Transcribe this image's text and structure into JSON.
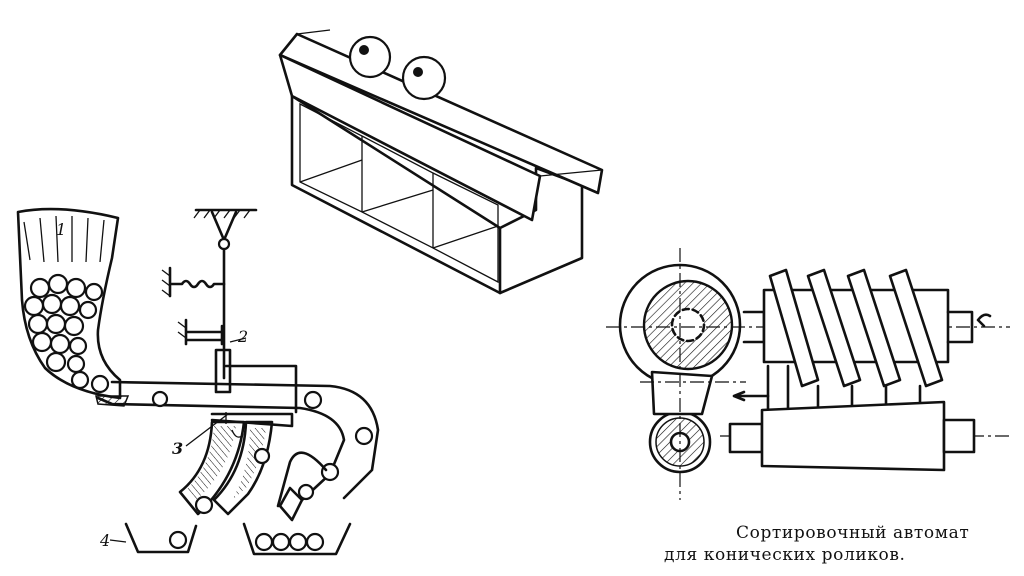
{
  "labels": {
    "hopper": "1",
    "lever": "2",
    "gap": "3",
    "bin": "4"
  },
  "caption": {
    "line1": "Сортировочный автомат",
    "line2": "для конических роликов."
  }
}
